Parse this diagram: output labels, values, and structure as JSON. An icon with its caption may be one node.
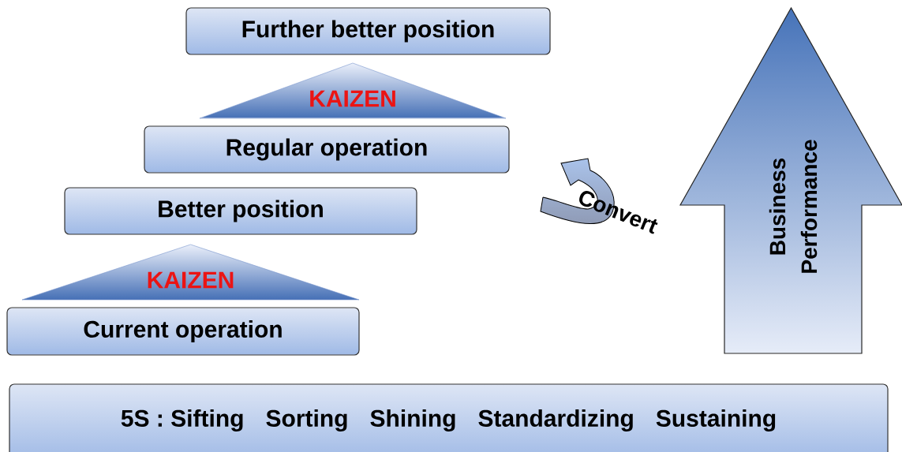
{
  "diagram": {
    "nodes": [
      {
        "text": [
          "Further better position"
        ]
      },
      {
        "text": [
          "KAIZEN"
        ]
      },
      {
        "text": [
          "Regular operation"
        ]
      },
      {
        "text": [
          "Better position"
        ]
      },
      {
        "text": [
          "KAIZEN"
        ]
      },
      {
        "text": [
          "Current operation"
        ]
      },
      {
        "text": [
          "Business Performance"
        ]
      },
      {
        "text": [
          "5S : Sifting",
          "Sorting",
          "Shining",
          "Standardizing",
          "Sustaining"
        ]
      }
    ],
    "edges": [],
    "labels": [
      "Convert"
    ]
  }
}
